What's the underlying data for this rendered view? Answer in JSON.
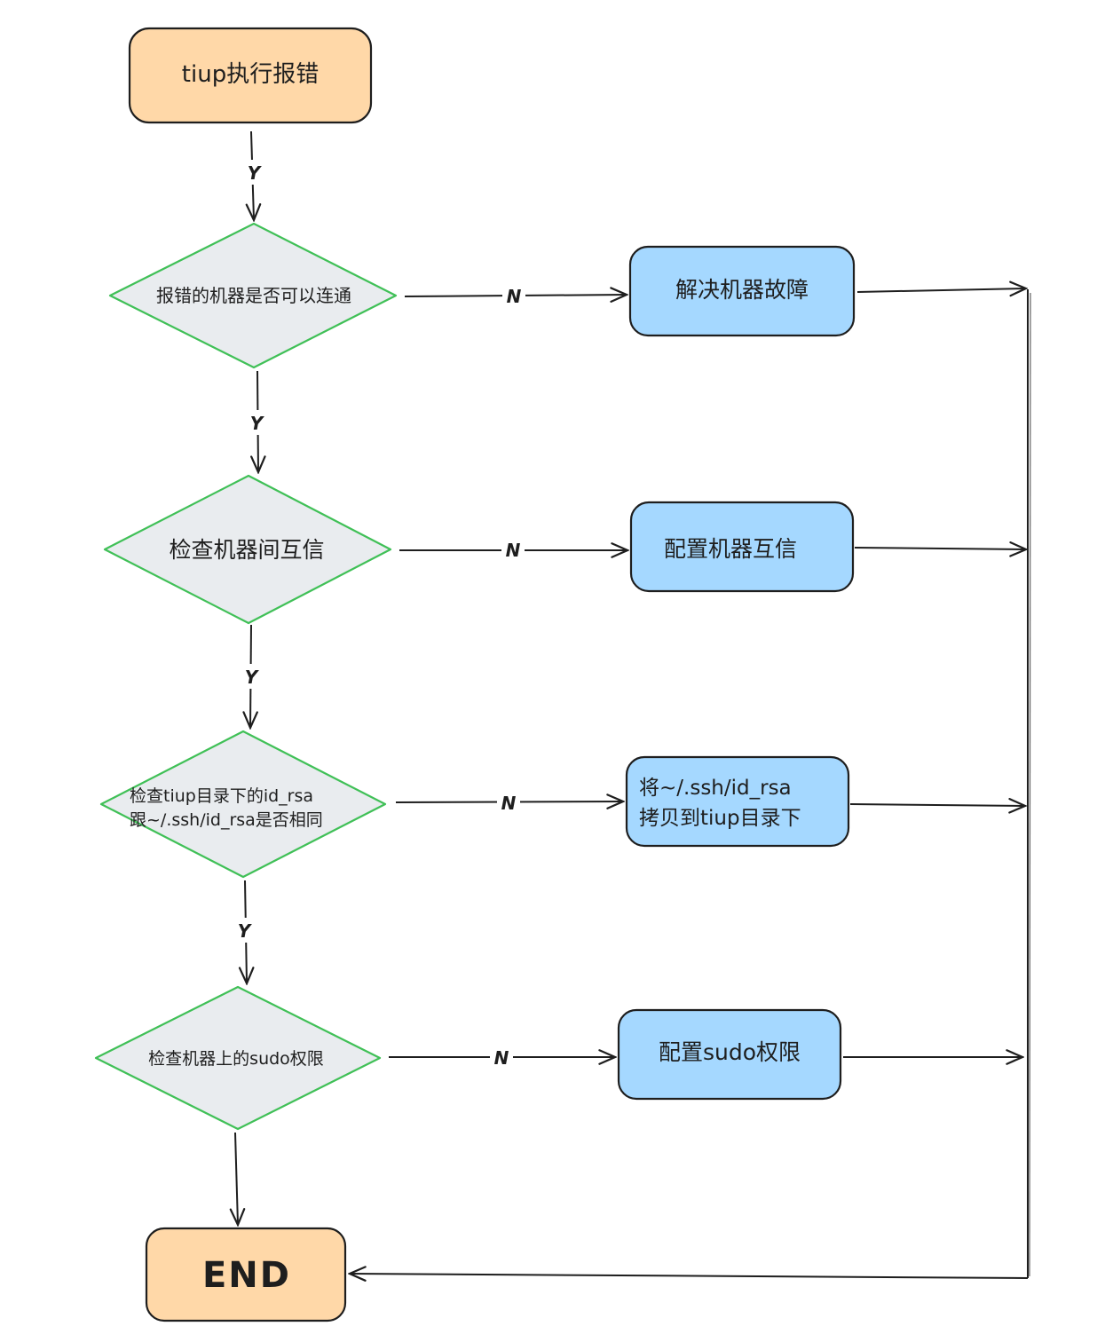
{
  "diagram": {
    "start": {
      "label": "tiup执行报错"
    },
    "decisions": [
      {
        "label_lines": [
          "报错的机器是否可以连通"
        ]
      },
      {
        "label_lines": [
          "检查机器间互信"
        ]
      },
      {
        "label_lines": [
          "检查tiup目录下的id_rsa",
          "跟~/.ssh/id_rsa是否相同"
        ]
      },
      {
        "label_lines": [
          "检查机器上的sudo权限"
        ]
      }
    ],
    "actions": [
      {
        "label_lines": [
          "解决机器故障"
        ]
      },
      {
        "label_lines": [
          "配置机器互信"
        ]
      },
      {
        "label_lines": [
          "将~/.ssh/id_rsa",
          "拷贝到tiup目录下"
        ]
      },
      {
        "label_lines": [
          "配置sudo权限"
        ]
      }
    ],
    "end": {
      "label": "END"
    },
    "edge_labels": {
      "yes": "Y",
      "no": "N"
    },
    "colors": {
      "terminal_fill": "#ffd8a8",
      "decision_fill": "#e9ecef",
      "decision_stroke": "#40c057",
      "action_fill": "#a5d8ff",
      "stroke": "#1e1e1e"
    }
  }
}
